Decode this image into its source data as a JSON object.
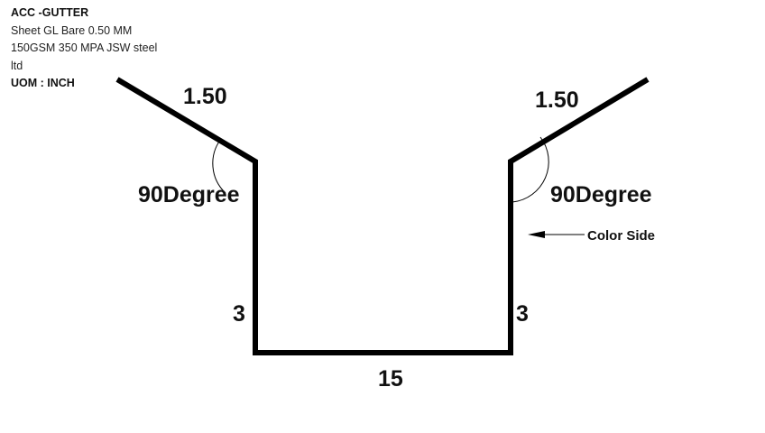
{
  "info": {
    "title": "ACC -GUTTER",
    "material_line1": "Sheet GL Bare 0.50 MM",
    "material_line2": "150GSM 350 MPA JSW steel",
    "material_line3": "ltd",
    "uom": "UOM : INCH"
  },
  "profile": {
    "left_flange": "1.50",
    "right_flange": "1.50",
    "left_angle": "90Degree",
    "right_angle": "90Degree",
    "left_height": "3",
    "right_height": "3",
    "base_width": "15",
    "color_side_label": "Color Side"
  }
}
